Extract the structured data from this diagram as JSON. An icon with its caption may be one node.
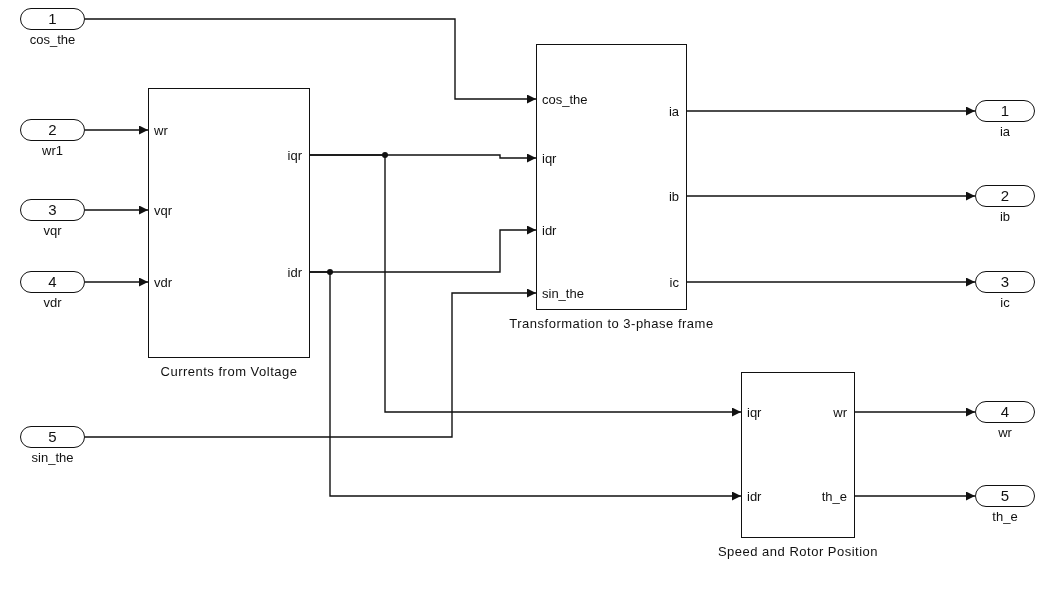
{
  "diagram": {
    "nodes": [
      {
        "text": [
          "1"
        ],
        "beside": [
          "cos_the"
        ]
      },
      {
        "text": [
          "2"
        ],
        "beside": [
          "wr1"
        ]
      },
      {
        "text": [
          "3"
        ],
        "beside": [
          "vqr"
        ]
      },
      {
        "text": [
          "4"
        ],
        "beside": [
          "vdr"
        ]
      },
      {
        "text": [
          "5"
        ],
        "beside": [
          "sin_the"
        ]
      },
      {
        "text": [
          "wr",
          "vqr",
          "vdr",
          "iqr",
          "idr",
          "Currents from Voltage"
        ]
      },
      {
        "text": [
          "cos_the",
          "iqr",
          "idr",
          "sin_the",
          "ia",
          "ib",
          "ic",
          "Transformation to 3-phase frame"
        ]
      },
      {
        "text": [
          "iqr",
          "idr",
          "wr",
          "th_e",
          "Speed and Rotor Position"
        ]
      },
      {
        "text": [
          "1"
        ],
        "beside": [
          "ia"
        ]
      },
      {
        "text": [
          "2"
        ],
        "beside": [
          "ib"
        ]
      },
      {
        "text": [
          "3"
        ],
        "beside": [
          "ic"
        ]
      },
      {
        "text": [
          "4"
        ],
        "beside": [
          "wr"
        ]
      },
      {
        "text": [
          "5"
        ],
        "beside": [
          "th_e"
        ]
      }
    ],
    "edges": [
      {
        "from": 0,
        "to": 6,
        "arrow": "to"
      },
      {
        "from": 1,
        "to": 5,
        "arrow": "to"
      },
      {
        "from": 2,
        "to": 5,
        "arrow": "to"
      },
      {
        "from": 3,
        "to": 5,
        "arrow": "to"
      },
      {
        "from": 5,
        "to": 6,
        "arrow": "to"
      },
      {
        "from": 5,
        "to": 6,
        "arrow": "to"
      },
      {
        "from": 4,
        "to": 6,
        "arrow": "to"
      },
      {
        "from": 5,
        "to": 7,
        "arrow": "to"
      },
      {
        "from": 5,
        "to": 7,
        "arrow": "to"
      },
      {
        "from": 6,
        "to": 8,
        "arrow": "to"
      },
      {
        "from": 6,
        "to": 9,
        "arrow": "to"
      },
      {
        "from": 6,
        "to": 10,
        "arrow": "to"
      },
      {
        "from": 7,
        "to": 11,
        "arrow": "to"
      },
      {
        "from": 7,
        "to": 12,
        "arrow": "to"
      }
    ]
  }
}
